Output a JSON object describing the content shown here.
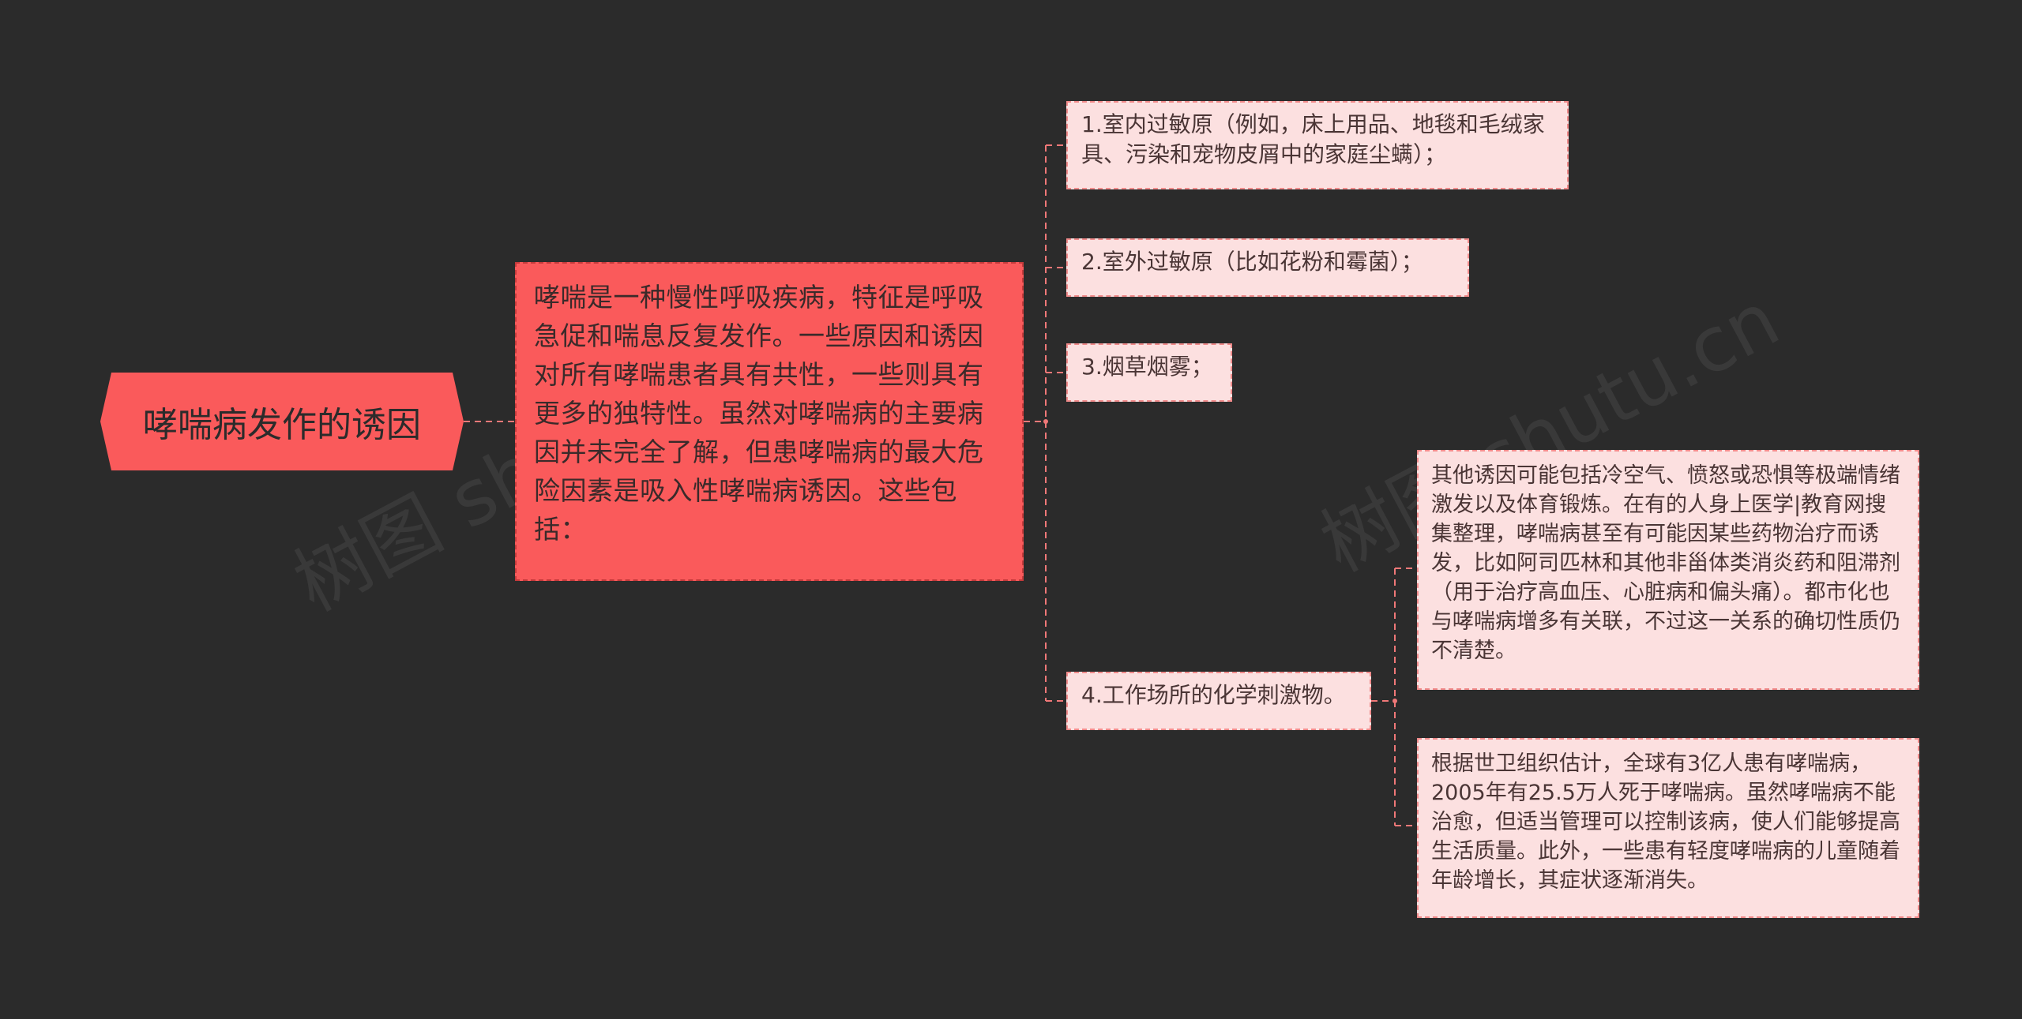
{
  "root": {
    "label": "哮喘病发作的诱因"
  },
  "intro": {
    "text": "哮喘是一种慢性呼吸疾病，特征是呼吸急促和喘息反复发作。一些原因和诱因对所有哮喘患者具有共性，一些则具有更多的独特性。虽然对哮喘病的主要病因并未完全了解，但患哮喘病的最大危险因素是吸入性哮喘病诱因。这些包括："
  },
  "items": [
    {
      "text": "1.室内过敏原（例如，床上用品、地毯和毛绒家具、污染和宠物皮屑中的家庭尘螨）；"
    },
    {
      "text": "2.室外过敏原（比如花粉和霉菌）；"
    },
    {
      "text": "3.烟草烟雾；"
    },
    {
      "text": "4.工作场所的化学刺激物。"
    }
  ],
  "details": [
    {
      "text": "其他诱因可能包括冷空气、愤怒或恐惧等极端情绪激发以及体育锻炼。在有的人身上医学|教育网搜集整理，哮喘病甚至有可能因某些药物治疗而诱发，比如阿司匹林和其他非甾体类消炎药和阻滞剂（用于治疗高血压、心脏病和偏头痛）。都市化也与哮喘病增多有关联，不过这一关系的确切性质仍不清楚。"
    },
    {
      "text": "根据世卫组织估计，全球有3亿人患有哮喘病，2005年有25.5万人死于哮喘病。虽然哮喘病不能治愈，但适当管理可以控制该病，使人们能够提高生活质量。此外，一些患有轻度哮喘病的儿童随着年龄增长，其症状逐渐消失。"
    }
  ],
  "watermark": {
    "text": "树图 shutu.cn"
  },
  "colors": {
    "background": "#2b2b2b",
    "primary": "#fa5a5b",
    "leaf_fill": "#fce0e0",
    "connector": "#f07878"
  }
}
